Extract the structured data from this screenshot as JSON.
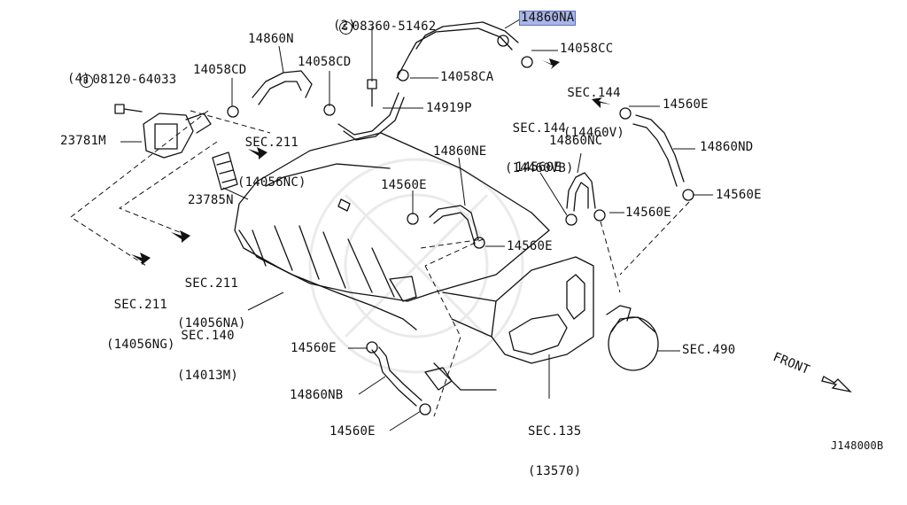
{
  "diagram_id": "J148000B",
  "callouts": {
    "bolt_s": {
      "prefix": "S",
      "number": "08360-51462",
      "qty": "(2)"
    },
    "bolt_b": {
      "prefix": "B",
      "number": "08120-64033",
      "qty": "(4)"
    },
    "p14860na": "14860NA",
    "p14860n": "14860N",
    "p14058cd_a": "14058CD",
    "p14058cd_b": "14058CD",
    "p14058cc": "14058CC",
    "p14058ca": "14058CA",
    "p14919p": "14919P",
    "p23781m": "23781M",
    "p23785n": "23785N",
    "p14860ne": "14860NE",
    "p14860nc": "14860NC",
    "p14560e_top": "14560E",
    "p14860nd": "14860ND",
    "p14560e_right": "14560E",
    "p14560e_nc": "14560E",
    "p14560e_mid": "14560E",
    "p14560e_ne": "14560E",
    "p14560e_center": "14560E",
    "p14560e_low": "14560E",
    "p14560e_bottom": "14560E",
    "p14860nb": "14860NB"
  },
  "sections": {
    "sec144_right": {
      "name": "SEC.144",
      "code": "(14460V)"
    },
    "sec144_vb": {
      "name": "SEC.144",
      "code": "(14460VB)"
    },
    "sec211_nc": {
      "name": "SEC.211",
      "code": "(14056NC)"
    },
    "sec211_na": {
      "name": "SEC.211",
      "code": "(14056NA)"
    },
    "sec211_ng": {
      "name": "SEC.211",
      "code": "(14056NG)"
    },
    "sec140": {
      "name": "SEC.140",
      "code": "(14013M)"
    },
    "sec135": {
      "name": "SEC.135",
      "code": "(13570)"
    },
    "sec490": {
      "name": "SEC.490"
    }
  },
  "direction_label": "FRONT",
  "highlight_color": "#a9b6e6"
}
